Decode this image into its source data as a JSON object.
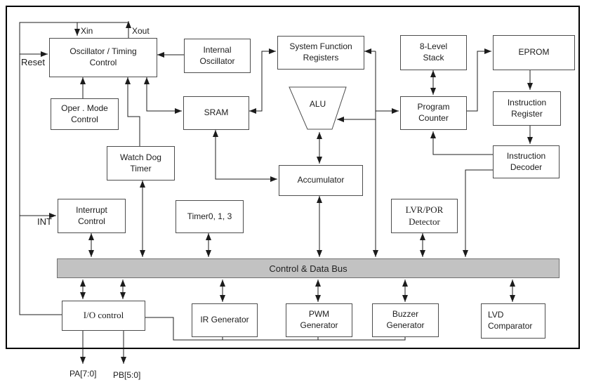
{
  "bus_label": "Control & Data Bus",
  "labels": {
    "reset": "Reset",
    "xin": "Xin",
    "xout": "Xout",
    "int": "INT",
    "pa": "PA[7:0]",
    "pb": "PB[5:0]"
  },
  "blocks": {
    "oscillator": [
      "Oscillator / Timing",
      "Control"
    ],
    "internal_oscillator": [
      "Internal",
      "Oscillator"
    ],
    "system_function_registers": [
      "System Function",
      "Registers"
    ],
    "stack": [
      "8-Level",
      "Stack"
    ],
    "eprom": [
      "EPROM"
    ],
    "oper_mode": [
      "Oper . Mode",
      "Control"
    ],
    "sram": [
      "SRAM"
    ],
    "alu": [
      "ALU"
    ],
    "program_counter": [
      "Program",
      "Counter"
    ],
    "instruction_register": [
      "Instruction",
      "Register"
    ],
    "watch_dog_timer": [
      "Watch Dog",
      "Timer"
    ],
    "accumulator": [
      "Accumulator"
    ],
    "instruction_decoder": [
      "Instruction",
      "Decoder"
    ],
    "interrupt_control": [
      "Interrupt",
      "Control"
    ],
    "timer": [
      "Timer0, 1, 3"
    ],
    "lvr_por_detector": [
      "LVR/POR",
      "Detector"
    ],
    "io_control": [
      "I/O control"
    ],
    "ir_generator": [
      "IR Generator"
    ],
    "pwm_generator": [
      "PWM",
      "Generator"
    ],
    "buzzer_generator": [
      "Buzzer",
      "Generator"
    ],
    "lvd_comparator": [
      "LVD",
      "Comparator"
    ]
  },
  "colors": {
    "bus_fill": "#c2c2c2",
    "bus_border": "#707070",
    "line": "#1c1c1c",
    "box_border": "#4d4d4d",
    "outer_border": "#000000",
    "background": "#ffffff"
  }
}
